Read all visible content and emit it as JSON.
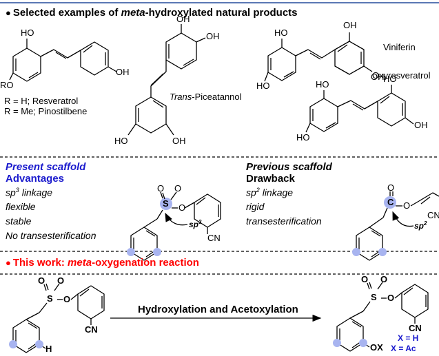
{
  "sections": {
    "header": {
      "prefix": "Selected examples of ",
      "italic": "meta",
      "suffix": "-hydroxylated natural products"
    },
    "work": {
      "prefix": "This work: ",
      "italic": "meta",
      "suffix": "-oxygenation reaction"
    }
  },
  "atoms": {
    "oh": "OH",
    "ho": "HO",
    "ro": "RO",
    "o": "O",
    "s": "S",
    "c": "C",
    "cn": "CN",
    "h": "H",
    "ox": "OX"
  },
  "products": {
    "resv_r1": "R = H; Resveratrol",
    "resv_r2": "R = Me; Pinostilbene",
    "pice_italic": "Trans",
    "pice_rest": "-Piceatannol",
    "viniferin": "Viniferin",
    "oxyresv": "Oxyresveratrol"
  },
  "present": {
    "title": "Present scaffold",
    "subtitle": "Advantages",
    "items": [
      "sp",
      "flexible",
      "stable",
      "No transesterification"
    ],
    "sp_sup": "3",
    "sp_rest": " linkage",
    "tag_sp": "sp",
    "tag_sup": "3"
  },
  "previous": {
    "title": "Previous scaffold",
    "subtitle": "Drawback",
    "sp": "sp",
    "sp_sup": "2",
    "sp_rest": " linkage",
    "items": [
      "rigid",
      "transesterification"
    ],
    "tag_sp": "sp",
    "tag_sup": "2"
  },
  "reaction": {
    "arrow_label": "Hydroxylation and Acetoxylation",
    "x1": "X = H",
    "x2": "X = Ac"
  },
  "colors": {
    "blue": "#1a1acd",
    "red": "#ff0000",
    "highlight": "#a8b4f0"
  }
}
